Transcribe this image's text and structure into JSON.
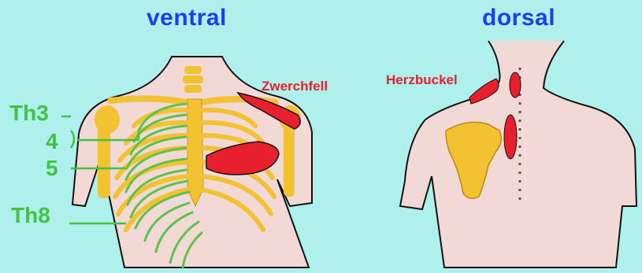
{
  "ventral": {
    "title": "ventral",
    "labels": {
      "zwerchfell": "Zwerchfell",
      "th3": "Th3",
      "seg4": "4",
      "seg5": "5",
      "th8": "Th8"
    }
  },
  "dorsal": {
    "title": "dorsal",
    "labels": {
      "herzbuckel": "Herzbuckel"
    }
  },
  "colors": {
    "background": "#aef0ec",
    "title": "#1e3cf0",
    "label_red": "#e8202e",
    "label_green": "#44c244",
    "skin": "#f2d9d6",
    "bone": "#f2c232",
    "zone_red": "#e8202e",
    "dermatome_green": "#5cc24a"
  }
}
